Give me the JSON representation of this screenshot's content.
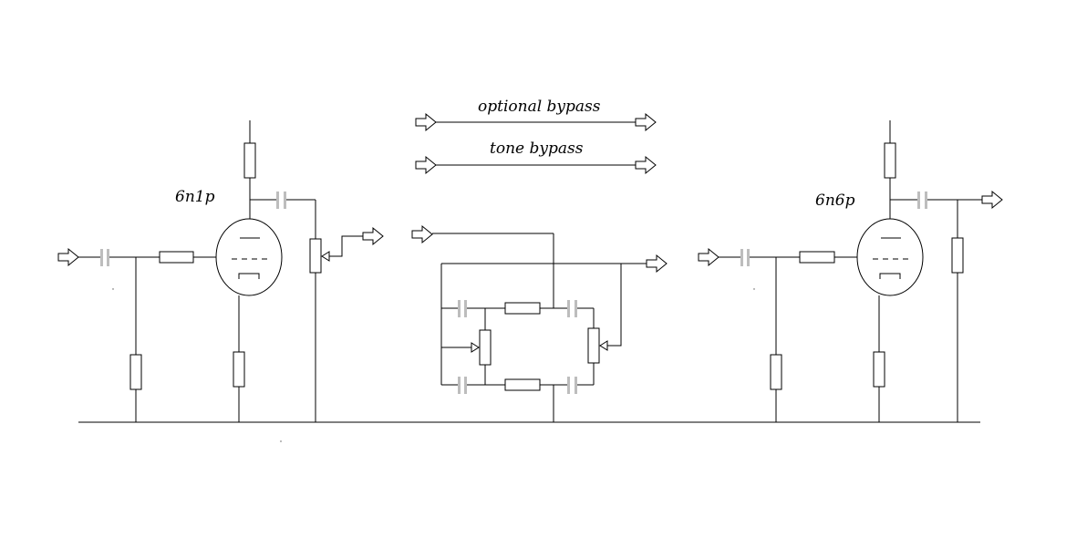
{
  "labels": {
    "optional_bypass": "optional bypass",
    "tone_bypass": "tone bypass",
    "tube1": "6n1p",
    "tube2": "6n6p"
  },
  "colors": {
    "wire": "#000000",
    "capacitor": "#bdbdbd",
    "background": "#ffffff"
  }
}
